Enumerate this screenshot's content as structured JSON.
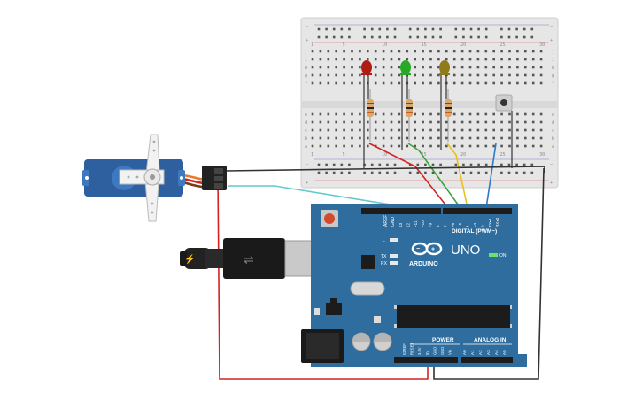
{
  "breadcrumb": {},
  "breadboard": {
    "rail_minus": "−",
    "rail_plus": "+",
    "row_letters_top": [
      "j",
      "i",
      "h",
      "g",
      "f"
    ],
    "row_letters_bottom": [
      "e",
      "d",
      "c",
      "b",
      "a"
    ],
    "column_numbers": [
      "1",
      "",
      "",
      "",
      "5",
      "",
      "",
      "",
      "",
      "10",
      "",
      "",
      "",
      "",
      "15",
      "",
      "",
      "",
      "",
      "20",
      "",
      "",
      "",
      "",
      "25",
      "",
      "",
      "",
      "",
      "30"
    ]
  },
  "leds": [
    {
      "name": "red-led",
      "color": "#b01c14"
    },
    {
      "name": "green-led",
      "color": "#27a827"
    },
    {
      "name": "yellow-led",
      "color": "#8f7b1a"
    }
  ],
  "arduino": {
    "logo_text": "ARDUINO",
    "model": "UNO",
    "on_label": "ON",
    "digital_label": "DIGITAL (PWM~)",
    "power_label": "POWER",
    "analog_label": "ANALOG IN",
    "l_label": "L",
    "tx_label": "TX",
    "rx_label": "RX",
    "aref_label": "AREF",
    "gnd_label": "GND",
    "header_pins_top": [
      "13",
      "12",
      "~11",
      "~10",
      "~9",
      "8",
      "7",
      "~6",
      "~5",
      "4",
      "~3",
      "2",
      "TX▸1",
      "RX◂0"
    ],
    "power_pins": [
      "IOREF",
      "RESET",
      "3.3V",
      "5V",
      "GND",
      "GND",
      "Vin"
    ],
    "analog_pins": [
      "A0",
      "A1",
      "A2",
      "A3",
      "A4",
      "A5"
    ],
    "board_color": "#2f6d9e"
  },
  "wire_colors": {
    "red": "#d42323",
    "green": "#3aa53a",
    "yellow": "#e8c11d",
    "blue": "#2a7bc9",
    "black": "#333333",
    "cyan": "#63c9c9",
    "servo_orange": "#e8792a",
    "servo_brown": "#7a3b12"
  }
}
